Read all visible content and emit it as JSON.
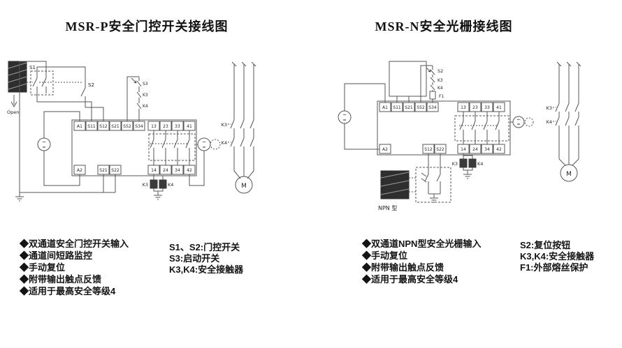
{
  "left": {
    "title": "MSR-P安全门控开关接线图",
    "diagram": {
      "s1": "S1",
      "s2": "S2",
      "s3": "S3",
      "open_label": "Open",
      "k3": "K3",
      "k4": "K4",
      "motor": "M",
      "supply_ac": "~",
      "supply_dc": "=",
      "top_terminals": [
        "A1",
        "S11",
        "S12",
        "S21",
        "S52",
        "S34"
      ],
      "top_outputs": [
        "13",
        "23",
        "33",
        "41"
      ],
      "bottom_terminals": [
        "A2",
        "S21",
        "S22"
      ],
      "bottom_outputs": [
        "14",
        "24",
        "34",
        "42"
      ]
    },
    "features": [
      "◆双通道安全门控开关输入",
      "◆通道间短路监控",
      "◆手动复位",
      "◆附带输出触点反馈",
      "◆适用于最高安全等级4"
    ],
    "legend": [
      "S1、S2:门控开关",
      "S3:启动开关",
      "K3,K4:安全接触器"
    ]
  },
  "right": {
    "title": "MSR-N安全光栅接线图",
    "diagram": {
      "s2": "S2",
      "k3": "K3",
      "k4": "K4",
      "f1": "F1",
      "npn_label": "NPN 型",
      "motor": "M",
      "supply_ac": "~",
      "supply_dc": "=",
      "top_terminals": [
        "A1",
        "S11",
        "S21",
        "S52",
        "S34"
      ],
      "top_outputs": [
        "13",
        "23",
        "33",
        "41"
      ],
      "bottom_terminals": [
        "A2",
        "S12",
        "S22"
      ],
      "bottom_outputs": [
        "14",
        "24",
        "34",
        "42"
      ]
    },
    "features": [
      "◆双通道NPN型安全光栅输入",
      "◆手动复位",
      "◆附带输出触点反馈",
      "◆适用于最高安全等级4"
    ],
    "legend": [
      "S2:复位按钮",
      "K3,K4:安全接触器",
      "F1:外部熔丝保护"
    ]
  }
}
